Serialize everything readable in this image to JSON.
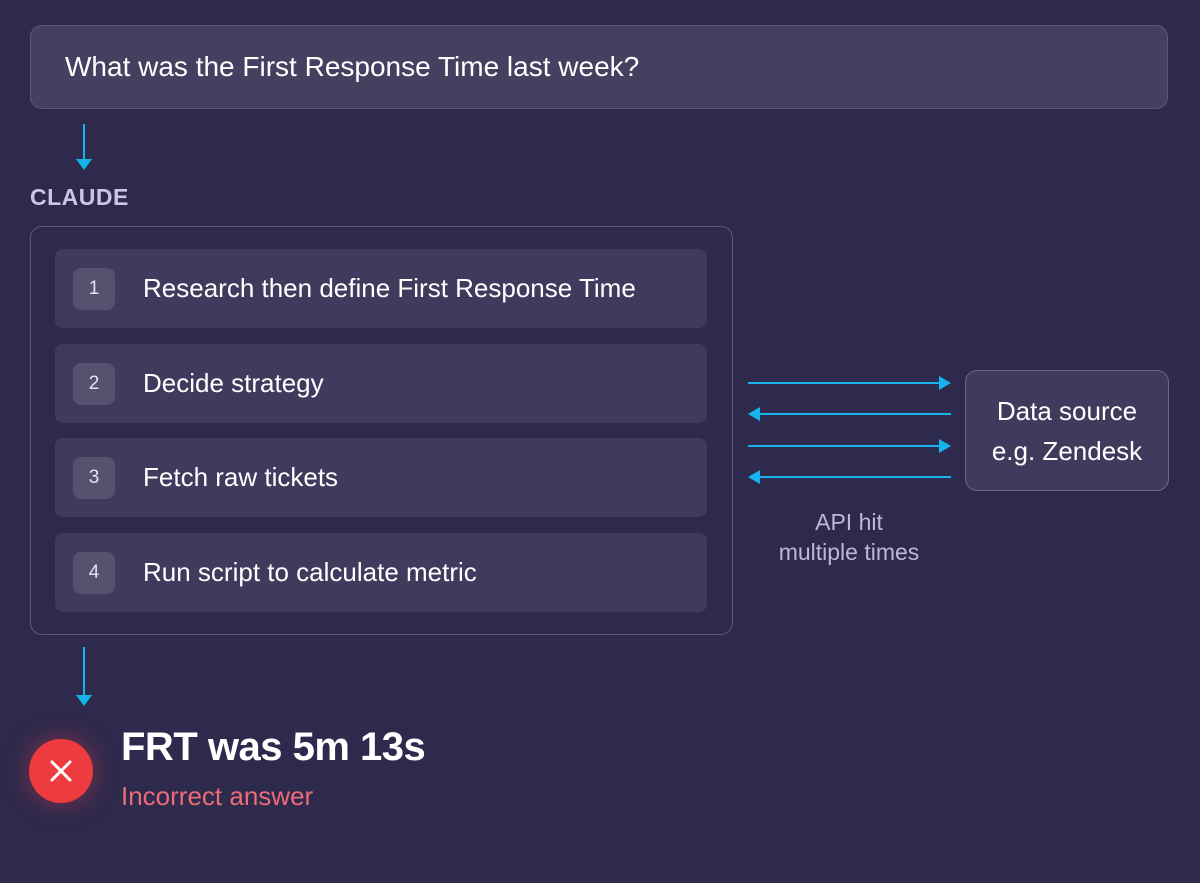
{
  "question": "What was the First Response Time last week?",
  "section_label": "CLAUDE",
  "steps": [
    {
      "number": "1",
      "label": "Research then define First Response Time"
    },
    {
      "number": "2",
      "label": "Decide strategy"
    },
    {
      "number": "3",
      "label": "Fetch raw tickets"
    },
    {
      "number": "4",
      "label": "Run script to calculate metric"
    }
  ],
  "data_source": {
    "line1": "Data source",
    "line2": "e.g. Zendesk"
  },
  "api_note": {
    "line1": "API hit",
    "line2": "multiple times"
  },
  "result": {
    "answer": "FRT was 5m 13s",
    "status": "Incorrect answer"
  },
  "icons": {
    "down_arrow": "arrow-down-icon",
    "right_arrow": "arrow-right-icon",
    "left_arrow": "arrow-left-icon",
    "error": "close-icon"
  },
  "colors": {
    "background": "#2d2a4d",
    "arrow": "#16b4ea",
    "error": "#ee3b3f",
    "error_text": "#ec6b74"
  }
}
